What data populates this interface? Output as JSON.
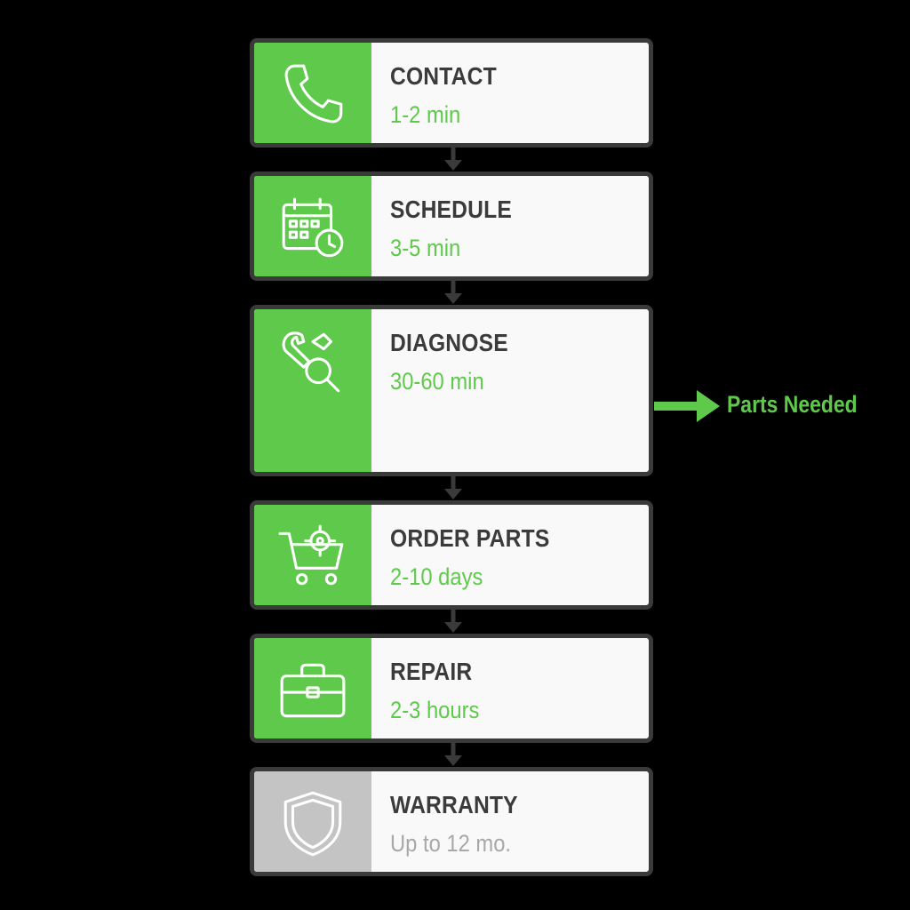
{
  "colors": {
    "background": "#000000",
    "accent": "#5fc94c",
    "muted": "#c4c4c4",
    "card": "#f9f9f9",
    "border": "#3a3a3a",
    "title_text": "#3b3b3b"
  },
  "steps": [
    {
      "title": "CONTACT",
      "duration": "1-2 min",
      "icon": "phone-icon",
      "state": "active"
    },
    {
      "title": "SCHEDULE",
      "duration": "3-5 min",
      "icon": "calendar-clock-icon",
      "state": "active"
    },
    {
      "title": "DIAGNOSE",
      "duration": "30-60 min",
      "icon": "wrench-magnifier-icon",
      "state": "active"
    },
    {
      "title": "ORDER PARTS",
      "duration": "2-10 days",
      "icon": "cart-gear-icon",
      "state": "active"
    },
    {
      "title": "REPAIR",
      "duration": "2-3 hours",
      "icon": "toolbox-icon",
      "state": "active"
    },
    {
      "title": "WARRANTY",
      "duration": "Up to 12 mo.",
      "icon": "shield-icon",
      "state": "inactive"
    }
  ],
  "branch": {
    "label": "Parts Needed",
    "icon": "arrow-right-icon"
  }
}
